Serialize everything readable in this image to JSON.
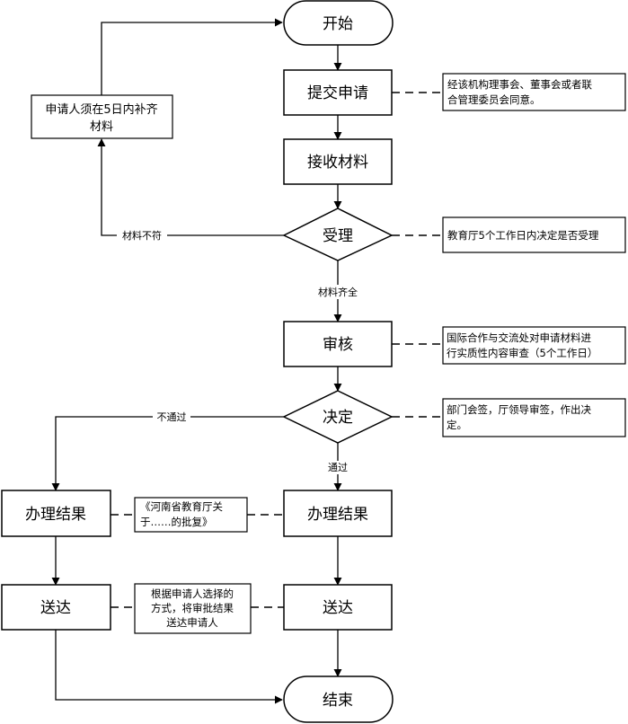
{
  "nodes": {
    "start": "开始",
    "submit": "提交申请",
    "receive": "接收材料",
    "accept": "受理",
    "review": "审核",
    "decide": "决定",
    "result_left": "办理结果",
    "result_right": "办理结果",
    "deliver_left": "送达",
    "deliver_right": "送达",
    "end": "结束",
    "supplement_line1": "申请人须在5日内补齐",
    "supplement_line2": "材料"
  },
  "notes": {
    "submit_note_line1": "经该机构理事会、董事会或者联",
    "submit_note_line2": "合管理委员会同意。",
    "accept_note": "教育厅5个工作日内决定是否受理",
    "review_note_line1": "国际合作与交流处对申请材料进",
    "review_note_line2": "行实质性内容审查（5个工作日）",
    "decide_note_line1": "部门会签，厅领导审签，作出决",
    "decide_note_line2": "定。",
    "result_note_line1": "《河南省教育厅关",
    "result_note_line2": "于……的批复》",
    "deliver_note_line1": "根据申请人选择的",
    "deliver_note_line2": "方式，将审批结果",
    "deliver_note_line3": "送达申请人"
  },
  "edge_labels": {
    "incomplete": "材料不符",
    "complete": "材料齐全",
    "rejected": "不通过",
    "approved": "通过"
  }
}
